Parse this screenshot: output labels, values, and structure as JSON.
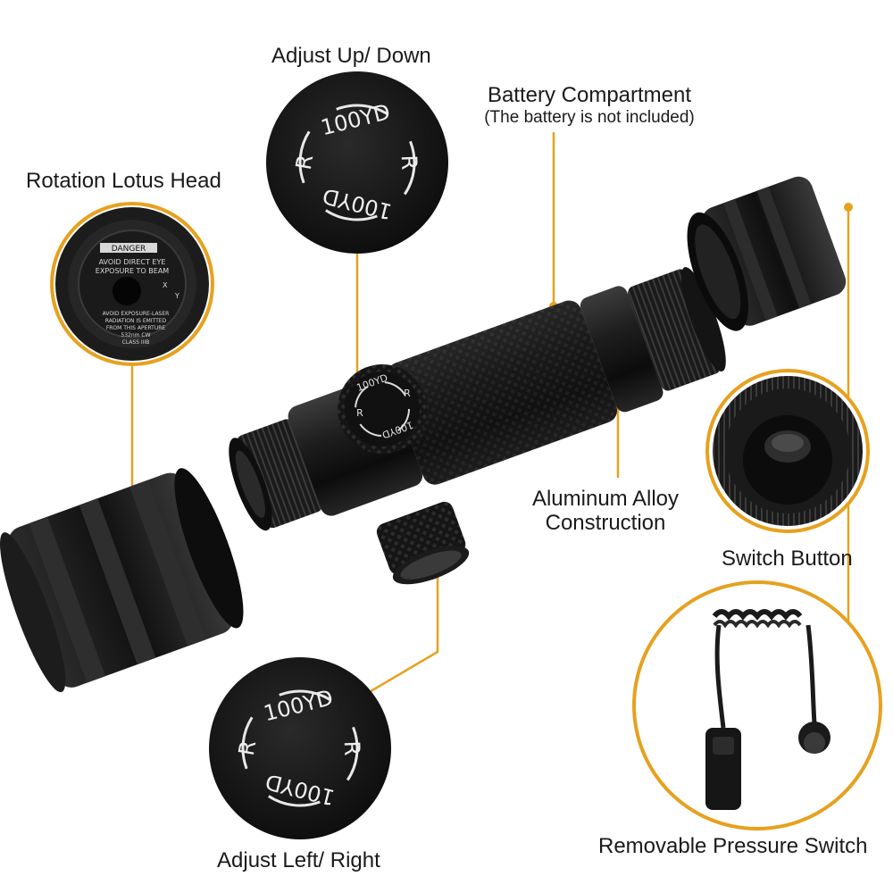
{
  "callouts": {
    "adjust_up_down": "Adjust Up/ Down",
    "battery_title": "Battery Compartment",
    "battery_note": "(The battery is not included)",
    "rotation_head": "Rotation Lotus Head",
    "alloy_line1": "Aluminum Alloy",
    "alloy_line2": "Construction",
    "switch_button": "Switch Button",
    "adjust_left_right": "Adjust Left/ Right",
    "pressure_switch": "Removable Pressure Switch"
  },
  "dial_text": {
    "range": "100YD",
    "reset": "R"
  },
  "head_engraving": {
    "danger": "DANGER",
    "warn1": "AVOID DIRECT EYE",
    "warn2": "EXPOSURE TO BEAM",
    "axis_x": "X",
    "axis_y": "Y",
    "fine1": "AVOID EXPOSURE-LASER",
    "fine2": "RADIATION IS EMITTED",
    "fine3": "FROM THIS APERTURE",
    "fine4": "532nm  CW",
    "fine5": "CLASS IIIB"
  },
  "colors": {
    "leader": "#e6a11f",
    "body": "#161616",
    "rim": "#e6a11f"
  }
}
